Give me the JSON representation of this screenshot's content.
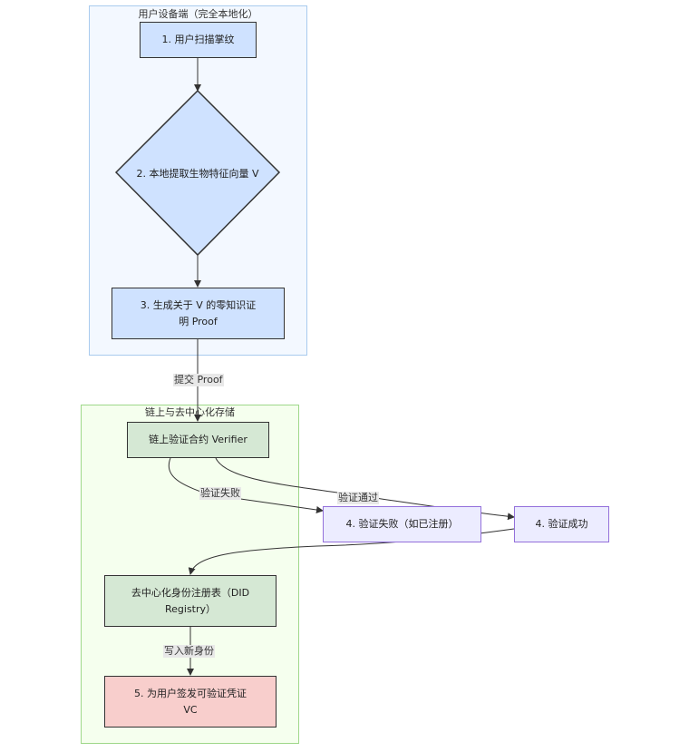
{
  "clusters": {
    "device": {
      "title": "用户设备端（完全本地化）"
    },
    "chain": {
      "title": "链上与去中心化存储"
    }
  },
  "nodes": {
    "scan": "1. 用户扫描掌纹",
    "extract": "2. 本地提取生物特征向量 V",
    "proof_line1": "3. 生成关于 V 的零知识证",
    "proof_line2": "明 Proof",
    "verifier": "链上验证合约 Verifier",
    "fail": "4. 验证失败（如已注册）",
    "success": "4. 验证成功",
    "registry_line1": "去中心化身份注册表（DID",
    "registry_line2": "Registry）",
    "issue_line1": "5. 为用户签发可验证凭证",
    "issue_line2": "VC"
  },
  "edges": {
    "submit": "提交 Proof",
    "failed": "验证失败",
    "passed": "验证通过",
    "write": "写入新身份"
  },
  "colors": {
    "device_cluster_fill": "#f3f8ff",
    "device_cluster_border": "#a9cbee",
    "chain_cluster_fill": "#f5ffee",
    "chain_cluster_border": "#9fd88a",
    "blue_node": "#cfe2ff",
    "green_node": "#d5e8d4",
    "purple_node": "#ececff",
    "purple_border": "#9370db",
    "red_node": "#f8cecc",
    "edge_label_bg": "#e8e8e8"
  }
}
